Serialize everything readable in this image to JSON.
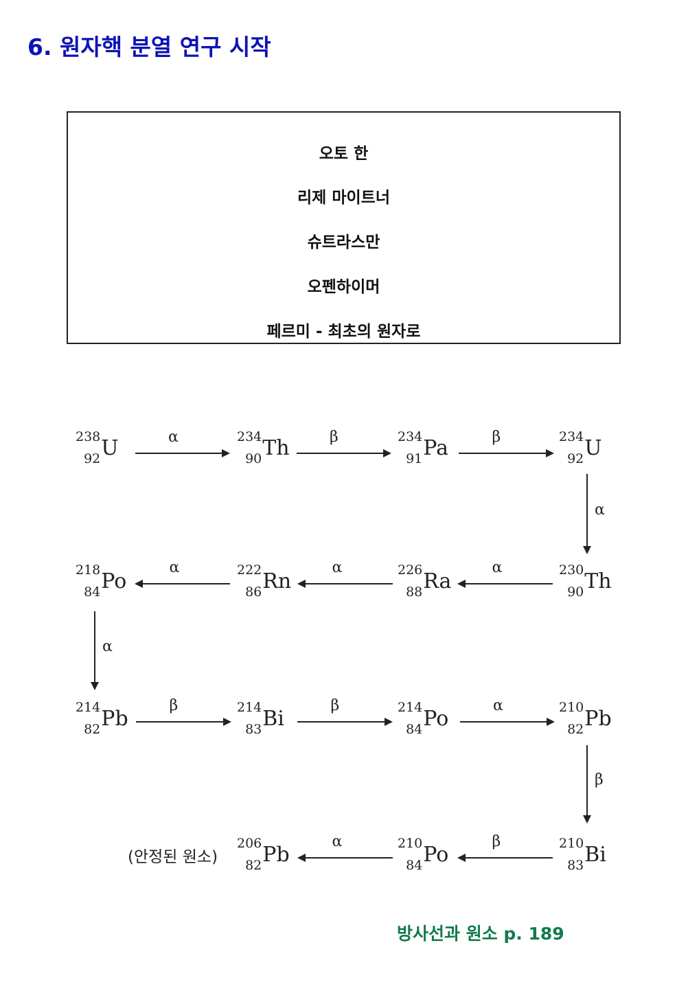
{
  "title": "6. 원자핵 분열 연구 시작",
  "box_lines": [
    "오토 한",
    "리제 마이트너",
    "슈트라스만",
    "오펜하이머",
    "페르미 - 최초의 원자로"
  ],
  "decay_chain": {
    "nuclides": [
      {
        "mass": "238",
        "atomic": "92",
        "symbol": "U"
      },
      {
        "mass": "234",
        "atomic": "90",
        "symbol": "Th"
      },
      {
        "mass": "234",
        "atomic": "91",
        "symbol": "Pa"
      },
      {
        "mass": "234",
        "atomic": "92",
        "symbol": "U"
      },
      {
        "mass": "230",
        "atomic": "90",
        "symbol": "Th"
      },
      {
        "mass": "226",
        "atomic": "88",
        "symbol": "Ra"
      },
      {
        "mass": "222",
        "atomic": "86",
        "symbol": "Rn"
      },
      {
        "mass": "218",
        "atomic": "84",
        "symbol": "Po"
      },
      {
        "mass": "214",
        "atomic": "82",
        "symbol": "Pb"
      },
      {
        "mass": "214",
        "atomic": "83",
        "symbol": "Bi"
      },
      {
        "mass": "214",
        "atomic": "84",
        "symbol": "Po"
      },
      {
        "mass": "210",
        "atomic": "82",
        "symbol": "Pb"
      },
      {
        "mass": "210",
        "atomic": "83",
        "symbol": "Bi"
      },
      {
        "mass": "210",
        "atomic": "84",
        "symbol": "Po"
      },
      {
        "mass": "206",
        "atomic": "82",
        "symbol": "Pb"
      }
    ],
    "decays": [
      "α",
      "β",
      "β",
      "α",
      "α",
      "α",
      "α",
      "α",
      "β",
      "β",
      "α",
      "β",
      "β",
      "α"
    ],
    "stable_label": "(안정된 원소)"
  },
  "footer": "방사선과 원소 p. 189"
}
